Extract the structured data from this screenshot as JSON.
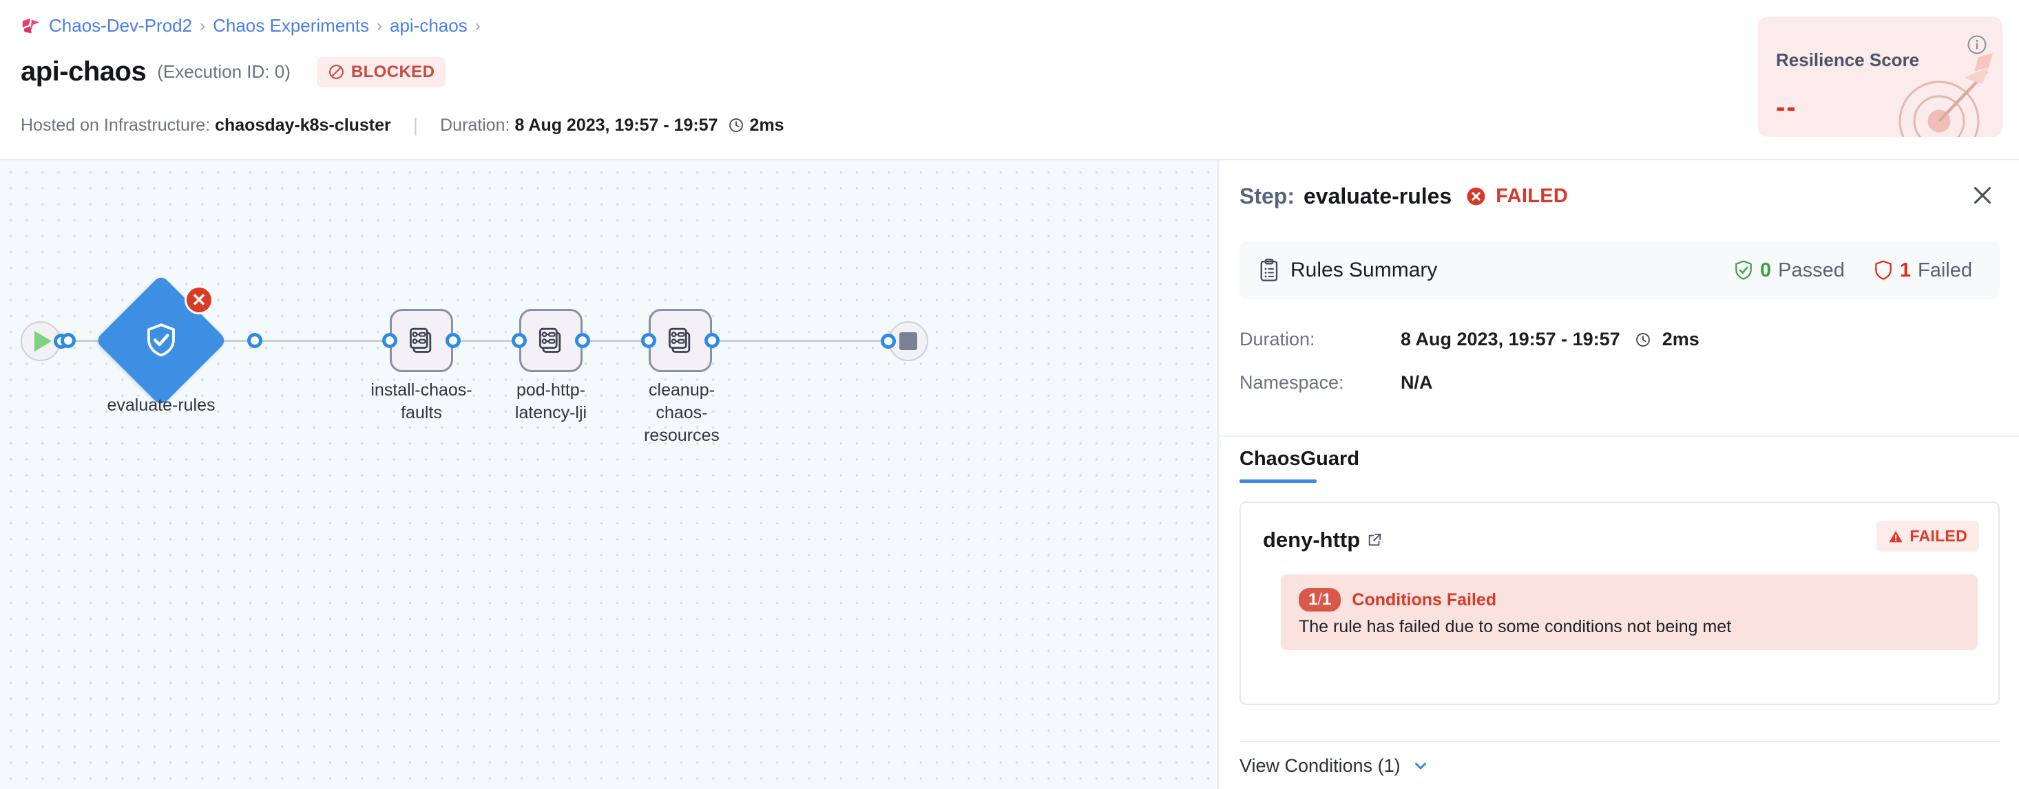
{
  "breadcrumb": {
    "logo_icon": "harness-logo-icon",
    "items": [
      {
        "label": "Chaos-Dev-Prod2"
      },
      {
        "label": "Chaos Experiments"
      },
      {
        "label": "api-chaos"
      }
    ],
    "separator": "›",
    "trailing_separator": "›"
  },
  "header": {
    "title": "api-chaos",
    "execution_id": "(Execution ID: 0)",
    "status_badge": {
      "label": "BLOCKED",
      "icon": "blocked-circle-icon",
      "color": "#c64a3f",
      "bg": "#fceceb"
    },
    "infrastructure_label": "Hosted on Infrastructure:",
    "infrastructure_value": "chaosday-k8s-cluster",
    "divider": "|",
    "duration_label": "Duration:",
    "duration_value": "8 Aug 2023, 19:57 - 19:57",
    "duration_clock_icon": "clock-icon",
    "duration_elapsed": "2ms"
  },
  "resilience": {
    "title": "Resilience Score",
    "value": "--",
    "info_icon": "info-icon",
    "art_icon": "dart-target-icon",
    "bg_color": "#fbeceb",
    "value_color": "#e22f1f"
  },
  "graph": {
    "start_node": {
      "name": "start-node",
      "icon": "play-icon"
    },
    "end_node": {
      "name": "end-node",
      "icon": "stop-icon"
    },
    "nodes": [
      {
        "id": "evaluate-rules",
        "label": "evaluate-rules",
        "type": "diamond",
        "icon": "shield-check-icon",
        "status": "failed",
        "status_icon": "error-x-icon",
        "color": "#3d8fe3"
      },
      {
        "id": "install-chaos-faults",
        "label": "install-chaos-faults",
        "type": "square",
        "icon": "chaos-fault-icon"
      },
      {
        "id": "pod-http-latency-lji",
        "label": "pod-http-latency-lji",
        "type": "square",
        "icon": "chaos-fault-icon"
      },
      {
        "id": "cleanup-chaos-resources",
        "label": "cleanup-chaos-resources",
        "type": "square",
        "icon": "chaos-fault-icon"
      }
    ]
  },
  "panel": {
    "step_label": "Step:",
    "step_name": "evaluate-rules",
    "step_status": "FAILED",
    "step_status_icon": "error-x-icon",
    "close_icon": "close-icon",
    "rules_summary": {
      "icon": "clipboard-icon",
      "title": "Rules Summary",
      "passed_count": "0",
      "passed_label": "Passed",
      "passed_icon": "shield-check-icon",
      "failed_count": "1",
      "failed_label": "Failed",
      "failed_icon": "shield-outline-icon"
    },
    "details": [
      {
        "key": "Duration:",
        "value": "8 Aug 2023, 19:57 - 19:57",
        "suffix": "2ms",
        "icon": "clock-icon"
      },
      {
        "key": "Namespace:",
        "value": "N/A"
      }
    ],
    "tabs": [
      {
        "label": "ChaosGuard",
        "active": true
      }
    ],
    "rule": {
      "name": "deny-http",
      "external_link_icon": "external-link-icon",
      "status_pill": {
        "label": "FAILED",
        "icon": "warning-triangle-icon",
        "color": "#e0392a",
        "bg": "#fbecea"
      },
      "condition_chip": {
        "failed": "1",
        "separator": "/",
        "total": "1"
      },
      "condition_title": "Conditions Failed",
      "condition_description": "The rule has failed due to some conditions not being met"
    },
    "view_conditions": {
      "label": "View Conditions (1)",
      "chevron_icon": "chevron-down-icon"
    }
  }
}
